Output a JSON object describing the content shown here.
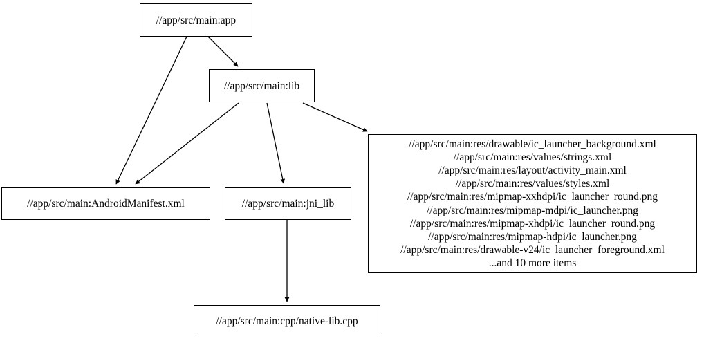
{
  "graph": {
    "type": "directed-dependency-graph",
    "background_color": "#ffffff",
    "node_border_color": "#000000",
    "edge_color": "#000000",
    "text_color": "#000000",
    "nodes": [
      {
        "id": "app",
        "label": "//app/src/main:app"
      },
      {
        "id": "lib",
        "label": "//app/src/main:lib"
      },
      {
        "id": "manifest",
        "label": "//app/src/main:AndroidManifest.xml"
      },
      {
        "id": "jni_lib",
        "label": "//app/src/main:jni_lib"
      },
      {
        "id": "res",
        "label": "//app/src/main:res/drawable/ic_launcher_background.xml\n//app/src/main:res/values/strings.xml\n//app/src/main:res/layout/activity_main.xml\n//app/src/main:res/values/styles.xml\n//app/src/main:res/mipmap-xxhdpi/ic_launcher_round.png\n//app/src/main:res/mipmap-mdpi/ic_launcher.png\n//app/src/main:res/mipmap-xhdpi/ic_launcher_round.png\n//app/src/main:res/mipmap-hdpi/ic_launcher.png\n//app/src/main:res/drawable-v24/ic_launcher_foreground.xml\n...and 10 more items",
        "lines": [
          "//app/src/main:res/drawable/ic_launcher_background.xml",
          "//app/src/main:res/values/strings.xml",
          "//app/src/main:res/layout/activity_main.xml",
          "//app/src/main:res/values/styles.xml",
          "//app/src/main:res/mipmap-xxhdpi/ic_launcher_round.png",
          "//app/src/main:res/mipmap-mdpi/ic_launcher.png",
          "//app/src/main:res/mipmap-xhdpi/ic_launcher_round.png",
          "//app/src/main:res/mipmap-hdpi/ic_launcher.png",
          "//app/src/main:res/drawable-v24/ic_launcher_foreground.xml",
          "...and 10 more items"
        ]
      },
      {
        "id": "cpp",
        "label": "//app/src/main:cpp/native-lib.cpp"
      }
    ],
    "edges": [
      {
        "from": "app",
        "to": "lib"
      },
      {
        "from": "app",
        "to": "manifest"
      },
      {
        "from": "lib",
        "to": "manifest"
      },
      {
        "from": "lib",
        "to": "jni_lib"
      },
      {
        "from": "lib",
        "to": "res"
      },
      {
        "from": "jni_lib",
        "to": "cpp"
      }
    ]
  }
}
